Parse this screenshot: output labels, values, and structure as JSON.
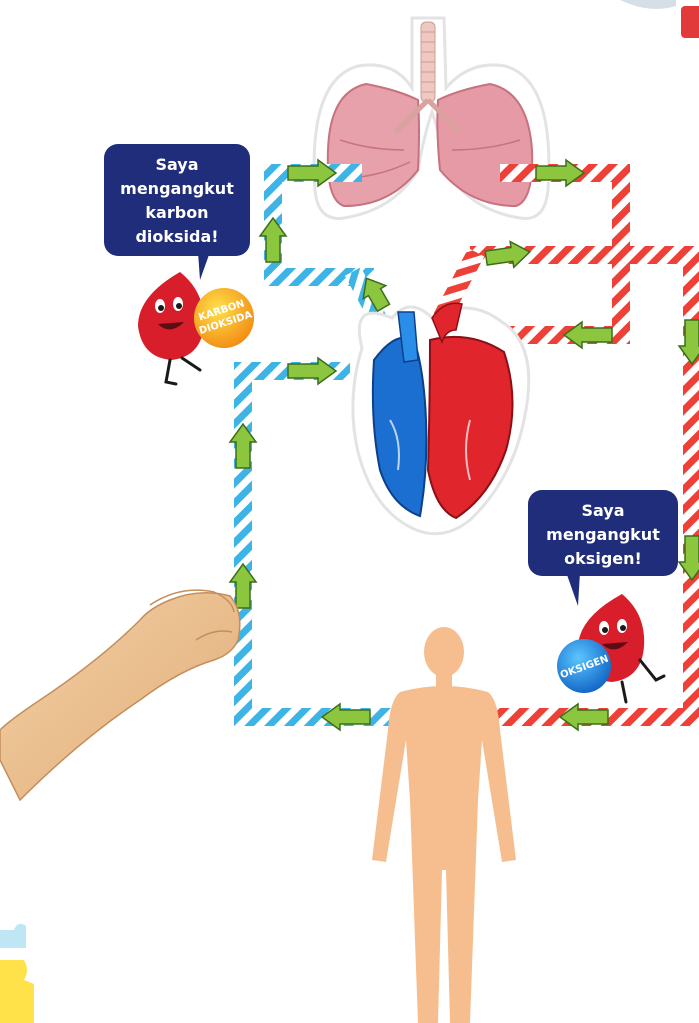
{
  "speech_co2": {
    "lines": [
      "Saya",
      "mengangkut",
      "karbon",
      "dioksida!"
    ]
  },
  "speech_o2": {
    "lines": [
      "Saya",
      "mengangkut",
      "oksigen!"
    ]
  },
  "ball_co2": {
    "lines": [
      "KARBON",
      "DIOKSIDA"
    ]
  },
  "ball_o2": {
    "lines": [
      "OKSIGEN"
    ]
  },
  "colors": {
    "deoxygenated": "#3db4e5",
    "oxygenated": "#ee4036",
    "arrow": "#8cc63f",
    "bubble": "#1f2d7a",
    "lung": "#e7a1ab",
    "heart_blue": "#1a6fd0",
    "heart_red": "#e0252c",
    "body": "#f6bd8f",
    "blood_cell": "#d81e2a",
    "ball_co2": "#f7a11a",
    "ball_o2": "#1b8fe0"
  }
}
